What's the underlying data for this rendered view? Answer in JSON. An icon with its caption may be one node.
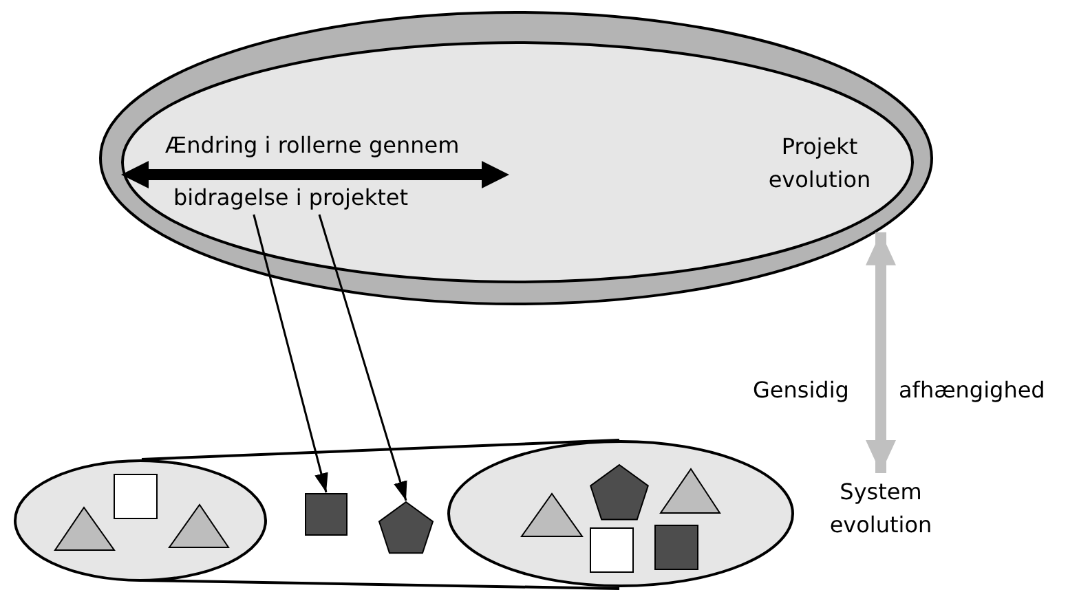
{
  "diagram": {
    "nodes": [
      {
        "text": [],
        "shape": "ellipse"
      },
      {
        "text": [
          "Projekt evolution"
        ],
        "in": 0
      },
      {
        "text": [
          "Ændring i rollerne gennem",
          "bidragelse i projektet"
        ],
        "in": 1
      },
      {
        "text": [],
        "shape": "ellipse"
      },
      {
        "text": [],
        "shape": "box"
      },
      {
        "text": [],
        "shape": "pentagon"
      },
      {
        "text": [],
        "shape": "ellipse"
      },
      {
        "text": [
          "System evolution"
        ]
      }
    ],
    "edges": [
      {
        "from": 2,
        "to": 4,
        "arrow": "to"
      },
      {
        "from": 2,
        "to": 5,
        "arrow": "to"
      },
      {
        "from": 7,
        "to": 0,
        "arrow": "both",
        "style": "thick",
        "color": "#c0c0c0"
      }
    ],
    "labels": [
      "Gensidig",
      "afhængighed"
    ]
  }
}
